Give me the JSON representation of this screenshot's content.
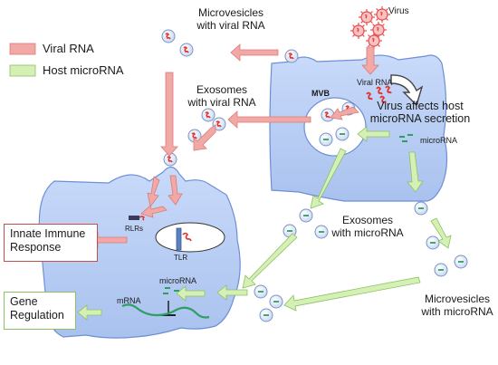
{
  "legend": {
    "viral_label": "Viral RNA",
    "host_label": "Host microRNA",
    "viral_color": "#f2a9a6",
    "host_color": "#d5f0b4"
  },
  "labels": {
    "virus": "Virus",
    "microvesicles_viral_line1": "Microvesicles",
    "microvesicles_viral_line2": "with viral RNA",
    "exosomes_viral_line1": "Exosomes",
    "exosomes_viral_line2": "with viral RNA",
    "mvb": "MVB",
    "viral_rna_inside": "Viral RNA",
    "virus_affects_line1": "Virus affects host",
    "virus_affects_line2": "microRNA secretion",
    "microrna_host": "microRNA",
    "rlrs": "RLRs",
    "tlr": "TLR",
    "exosomes_micro_line1": "Exosomes",
    "exosomes_micro_line2": "with microRNA",
    "microvesicles_micro_line1": "Microvesicles",
    "microvesicles_micro_line2": "with microRNA",
    "microrna_recipient": "microRNA",
    "mrna": "mRNA"
  },
  "outcomes": {
    "innate_line1": "Innate Immune",
    "innate_line2": "Response",
    "gene_line1": "Gene",
    "gene_line2": "Regulation",
    "innate_border": "#c0504d",
    "gene_border": "#8cc063"
  },
  "colors": {
    "cell_fill": "#b8cdf2",
    "cell_stroke": "#6e8ed6",
    "vesicle_stroke": "#7b95c6",
    "viral_rna": "#e0312b",
    "host_rna": "#2f9e64",
    "virus_body": "#e84c4c"
  }
}
